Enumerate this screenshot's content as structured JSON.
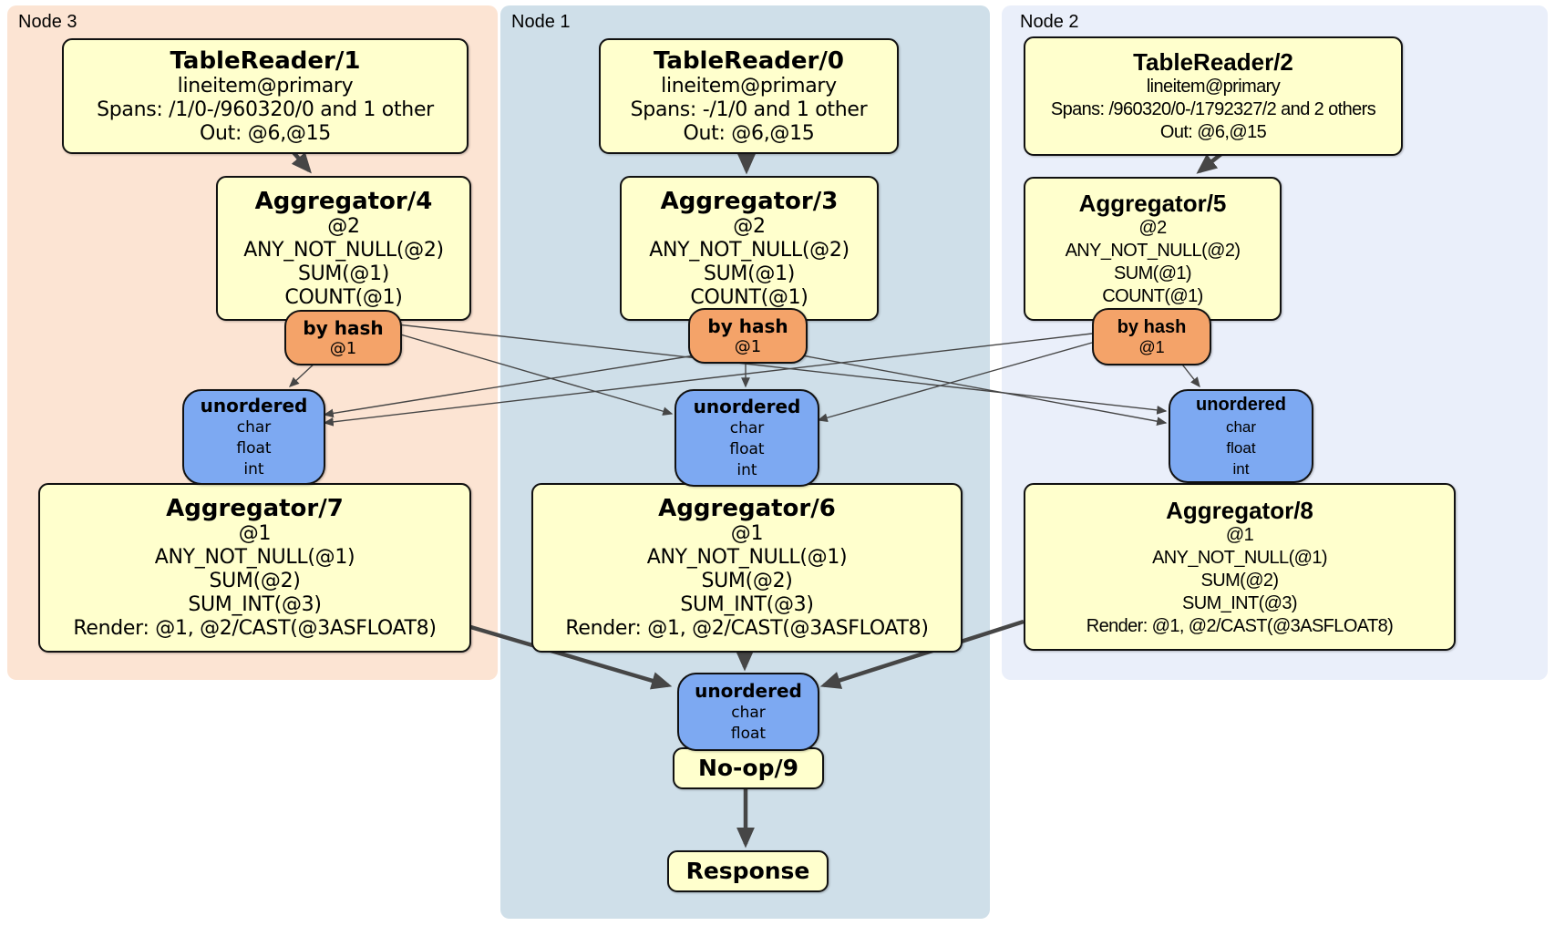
{
  "panels": [
    {
      "label": "Node 3"
    },
    {
      "label": "Node 1"
    },
    {
      "label": "Node 2"
    }
  ],
  "processors": {
    "tr1": {
      "title": "TableReader/1",
      "lines": [
        "lineitem@primary",
        "Spans: /1/0-/960320/0 and 1 other",
        "Out: @6,@15"
      ]
    },
    "tr0": {
      "title": "TableReader/0",
      "lines": [
        "lineitem@primary",
        "Spans: -/1/0 and 1 other",
        "Out: @6,@15"
      ]
    },
    "tr2": {
      "title": "TableReader/2",
      "lines": [
        "lineitem@primary",
        "Spans: /960320/0-/1792327/2 and 2 others",
        "Out: @6,@15"
      ]
    },
    "agg4": {
      "title": "Aggregator/4",
      "lines": [
        "@2",
        "ANY_NOT_NULL(@2)",
        "SUM(@1)",
        "COUNT(@1)"
      ]
    },
    "agg3": {
      "title": "Aggregator/3",
      "lines": [
        "@2",
        "ANY_NOT_NULL(@2)",
        "SUM(@1)",
        "COUNT(@1)"
      ]
    },
    "agg5": {
      "title": "Aggregator/5",
      "lines": [
        "@2",
        "ANY_NOT_NULL(@2)",
        "SUM(@1)",
        "COUNT(@1)"
      ]
    },
    "agg7": {
      "title": "Aggregator/7",
      "lines": [
        "@1",
        "ANY_NOT_NULL(@1)",
        "SUM(@2)",
        "SUM_INT(@3)",
        "Render: @1, @2/CAST(@3ASFLOAT8)"
      ]
    },
    "agg6": {
      "title": "Aggregator/6",
      "lines": [
        "@1",
        "ANY_NOT_NULL(@1)",
        "SUM(@2)",
        "SUM_INT(@3)",
        "Render: @1, @2/CAST(@3ASFLOAT8)"
      ]
    },
    "agg8": {
      "title": "Aggregator/8",
      "lines": [
        "@1",
        "ANY_NOT_NULL(@1)",
        "SUM(@2)",
        "SUM_INT(@3)",
        "Render: @1, @2/CAST(@3ASFLOAT8)"
      ]
    },
    "noop": {
      "title": "No-op/9"
    },
    "response": {
      "title": "Response"
    }
  },
  "routers": {
    "r3": {
      "label": "by hash",
      "detail": "@1"
    },
    "r1": {
      "label": "by hash",
      "detail": "@1"
    },
    "r2": {
      "label": "by hash",
      "detail": "@1"
    }
  },
  "syncs": {
    "u3": {
      "label": "unordered",
      "items": [
        "char",
        "float",
        "int"
      ]
    },
    "u1": {
      "label": "unordered",
      "items": [
        "char",
        "float",
        "int"
      ]
    },
    "u2": {
      "label": "unordered",
      "items": [
        "char",
        "float",
        "int"
      ]
    },
    "ubot": {
      "label": "unordered",
      "items": [
        "char",
        "float"
      ]
    }
  },
  "colors": {
    "node3_bg": "#fce4d3",
    "node1_bg": "#cfdfe9",
    "node2_bg": "#eaeffa",
    "processor_bg": "#ffffcd",
    "router_bg": "#f4a369",
    "sync_bg": "#7da9f2",
    "edge": "#464646"
  }
}
